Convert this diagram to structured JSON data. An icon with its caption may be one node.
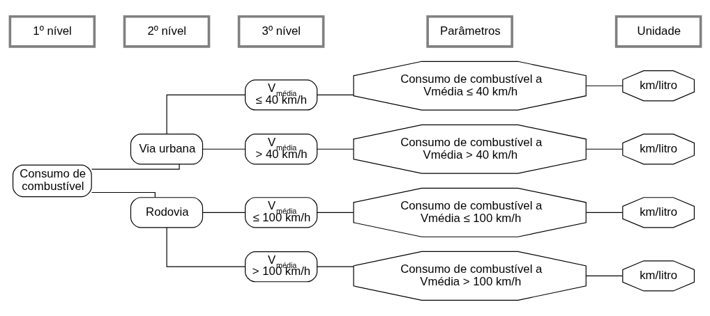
{
  "diagram": {
    "nodes": [
      {
        "text": [
          "1º nível"
        ]
      },
      {
        "text": [
          "2º nível"
        ]
      },
      {
        "text": [
          "3º nível"
        ]
      },
      {
        "text": [
          "Parâmetros"
        ]
      },
      {
        "text": [
          "Unidade"
        ]
      },
      {
        "text": [
          "Consumo de combustível"
        ]
      },
      {
        "text": [
          "Via urbana"
        ]
      },
      {
        "text": [
          "Rodovia"
        ]
      },
      {
        "text": [
          "V$_{média}$ ≤ 40 km/h"
        ]
      },
      {
        "text": [
          "V$_{média}$ > 40 km/h"
        ]
      },
      {
        "text": [
          "V$_{média}$ ≤ 100 km/h"
        ]
      },
      {
        "text": [
          "V$_{média}$ > 100 km/h"
        ]
      },
      {
        "text": [
          "Consumo de combustível a Vmédia ≤ 40 km/h"
        ]
      },
      {
        "text": [
          "Consumo de combustível a Vmédia > 40 km/h"
        ]
      },
      {
        "text": [
          "Consumo de combustível a Vmédia ≤ 100 km/h"
        ]
      },
      {
        "text": [
          "Consumo de combustível a Vmédia > 100 km/h"
        ]
      },
      {
        "text": [
          "km/litro"
        ]
      },
      {
        "text": [
          "km/litro"
        ]
      },
      {
        "text": [
          "km/litro"
        ]
      },
      {
        "text": [
          "km/litro"
        ]
      }
    ],
    "edges": [
      {
        "from": 5,
        "to": 6,
        "arrow": "none"
      },
      {
        "from": 5,
        "to": 7,
        "arrow": "none"
      },
      {
        "from": 6,
        "to": 8,
        "arrow": "none"
      },
      {
        "from": 6,
        "to": 9,
        "arrow": "none"
      },
      {
        "from": 7,
        "to": 10,
        "arrow": "none"
      },
      {
        "from": 7,
        "to": 11,
        "arrow": "none"
      },
      {
        "from": 8,
        "to": 12,
        "arrow": "none"
      },
      {
        "from": 9,
        "to": 13,
        "arrow": "none"
      },
      {
        "from": 10,
        "to": 14,
        "arrow": "none"
      },
      {
        "from": 11,
        "to": 15,
        "arrow": "none"
      },
      {
        "from": 12,
        "to": 16,
        "arrow": "none"
      },
      {
        "from": 13,
        "to": 17,
        "arrow": "none"
      },
      {
        "from": 14,
        "to": 18,
        "arrow": "none"
      },
      {
        "from": 15,
        "to": 19,
        "arrow": "none"
      }
    ]
  }
}
